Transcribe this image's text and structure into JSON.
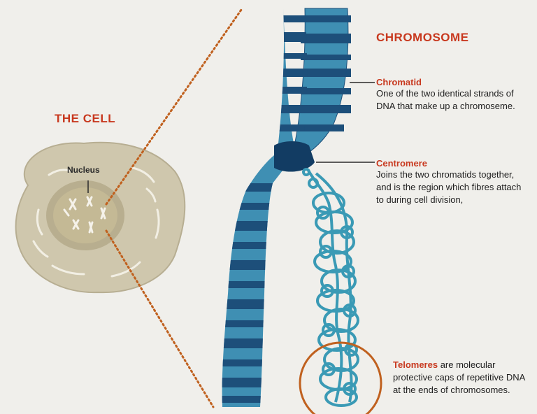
{
  "cell": {
    "title": "THE CELL",
    "nucleus_label": "Nucleus"
  },
  "chromosome": {
    "title": "CHROMOSOME",
    "chromatid": {
      "heading": "Chromatid",
      "text": "One of the two identical strands of DNA that make up a chromoseme."
    },
    "centromere": {
      "heading": "Centromere",
      "text": "Joins the two chromatids together, and is the region which fibres attach to during cell division,"
    },
    "telomeres": {
      "heading": "Telomeres",
      "text": " are molecular protective caps of repetitive DNA at the ends of chromosomes."
    }
  },
  "colors": {
    "title_red": "#c8391f",
    "chromosome_dark": "#1d4f7a",
    "chromosome_light": "#3f8fb3",
    "dna_teal": "#3a9ab5",
    "cell_fill": "#cfc7ad",
    "telomere_circle": "#c0611f"
  }
}
